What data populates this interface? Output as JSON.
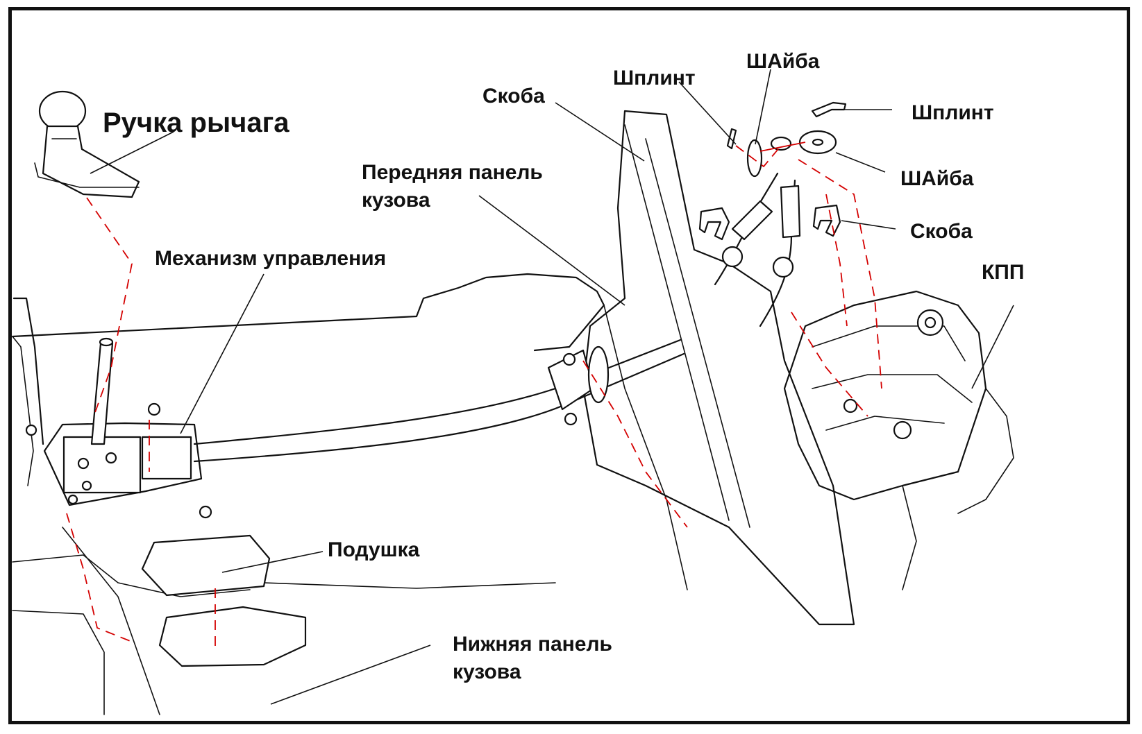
{
  "labels": {
    "lever_knob": "Ручка рычага",
    "control_mechanism": "Механизм управления",
    "front_panel_line1": "Передняя панель",
    "front_panel_line2": "кузова",
    "bracket_left": "Скоба",
    "cotter_pin_top": "Шплинт",
    "washer_top": "ШАйба",
    "cotter_pin_right": "Шплинт",
    "washer_right": "ШАйба",
    "bracket_right": "Скоба",
    "gearbox": "КПП",
    "cushion": "Подушка",
    "lower_panel_line1": "Нижняя панель",
    "lower_panel_line2": "кузова"
  },
  "colors": {
    "outline": "#111111",
    "assembly_dashes": "#d40000",
    "background": "#ffffff"
  }
}
